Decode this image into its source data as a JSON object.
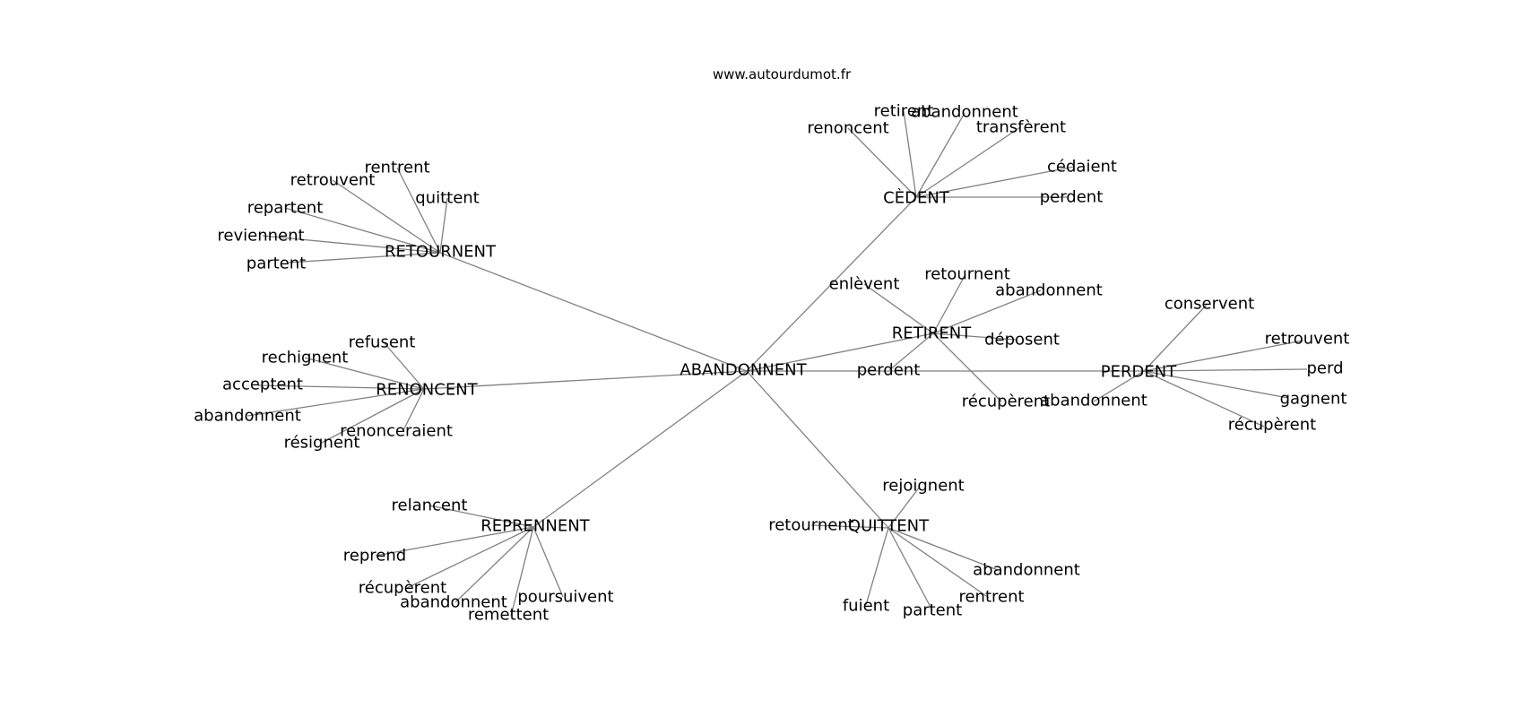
{
  "source_label": "www.autourdumot.fr",
  "edge_color": "#808080",
  "center": "ABANDONNENT",
  "hubs": [
    {
      "id": "cedent",
      "label": "CÈDENT",
      "leaves": [
        "retirent",
        "abandonnent",
        "renoncent",
        "transfèrent",
        "cédaient",
        "perdent"
      ]
    },
    {
      "id": "retournent",
      "label": "RETOURNENT",
      "leaves": [
        "rentrent",
        "retrouvent",
        "quittent",
        "repartent",
        "reviennent",
        "partent"
      ]
    },
    {
      "id": "retirent",
      "label": "RETIRENT",
      "leaves": [
        "retournent",
        "enlèvent",
        "abandonnent",
        "déposent",
        "perdent",
        "récupèrent"
      ]
    },
    {
      "id": "perdent",
      "label": "PERDENT",
      "leaves": [
        "conservent",
        "retrouvent",
        "perd",
        "gagnent",
        "abandonnent",
        "récupèrent"
      ]
    },
    {
      "id": "renoncent",
      "label": "RENONCENT",
      "leaves": [
        "refusent",
        "rechignent",
        "acceptent",
        "abandonnent",
        "renonceraient",
        "résignent"
      ]
    },
    {
      "id": "reprennent",
      "label": "REPRENNENT",
      "leaves": [
        "relancent",
        "reprend",
        "récupèrent",
        "abandonnent",
        "poursuivent",
        "remettent"
      ]
    },
    {
      "id": "quittent",
      "label": "QUITTENT",
      "leaves": [
        "rejoignent",
        "retournent",
        "abandonnent",
        "rentrent",
        "fuient",
        "partent"
      ]
    }
  ]
}
